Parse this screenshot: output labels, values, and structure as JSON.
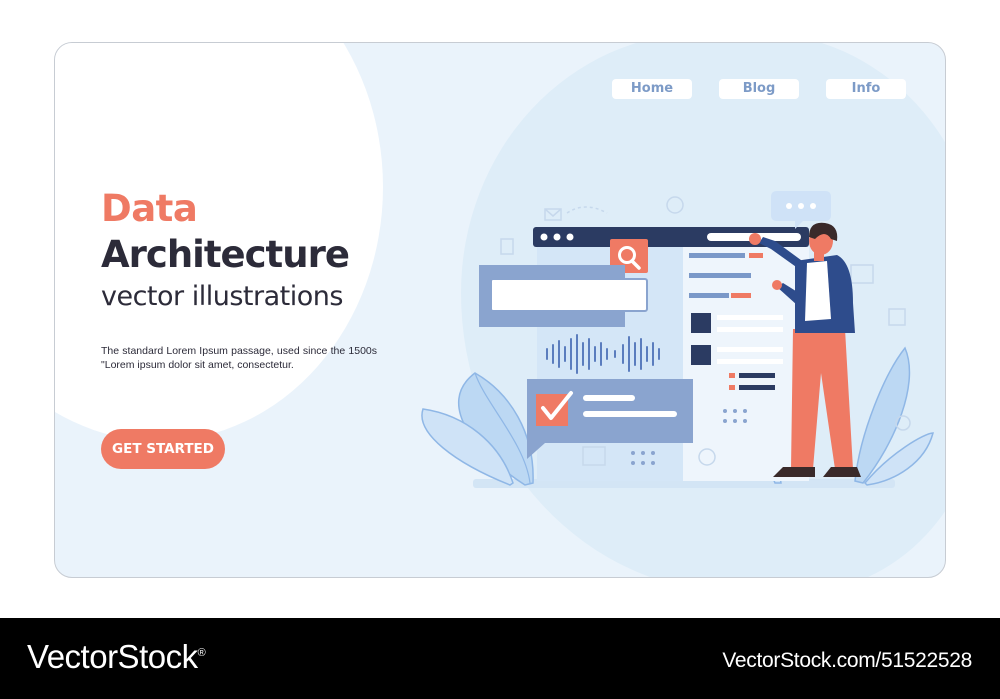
{
  "nav": {
    "items": [
      {
        "label": "Home"
      },
      {
        "label": "Blog"
      },
      {
        "label": "Info"
      }
    ]
  },
  "hero": {
    "title_accent": "Data",
    "title_main": "Architecture",
    "subtitle": "vector illustrations",
    "description": "The standard Lorem Ipsum passage, used since the 1500s \"Lorem ipsum dolor sit amet, consectetur.",
    "cta_label": "GET STARTED"
  },
  "colors": {
    "accent": "#ef7a64",
    "dark": "#2c2b39",
    "card_bg": "#eaf3fb",
    "nav_text": "#7d9bc7",
    "window_bar": "#2b3b62"
  },
  "illustration": {
    "icons": [
      "search-icon",
      "checkmark-icon",
      "chat-bubble-icon",
      "audio-wave-icon",
      "leaf-icon",
      "mail-icon"
    ]
  },
  "watermark": {
    "brand": "VectorStock",
    "registered": "®",
    "id_text": "VectorStock.com/51522528"
  }
}
